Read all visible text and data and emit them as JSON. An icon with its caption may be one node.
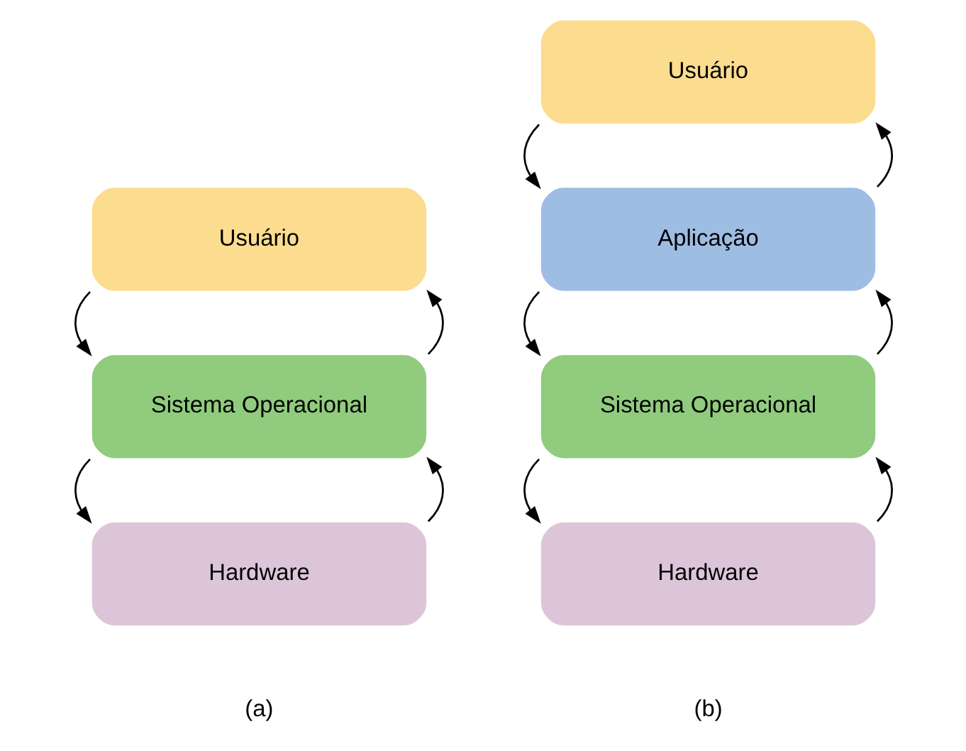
{
  "diagram": {
    "nodes": [
      {
        "text": [
          "Usuário"
        ]
      },
      {
        "text": [
          "Sistema Operacional"
        ]
      },
      {
        "text": [
          "Hardware"
        ]
      },
      {
        "text": [
          "Usuário"
        ]
      },
      {
        "text": [
          "Aplicação"
        ]
      },
      {
        "text": [
          "Sistema Operacional"
        ]
      },
      {
        "text": [
          "Hardware"
        ]
      }
    ],
    "edges": [
      {
        "from": 0,
        "to": 1,
        "arrow": "to"
      },
      {
        "from": 1,
        "to": 0,
        "arrow": "to"
      },
      {
        "from": 1,
        "to": 2,
        "arrow": "to"
      },
      {
        "from": 2,
        "to": 1,
        "arrow": "to"
      },
      {
        "from": 3,
        "to": 4,
        "arrow": "to"
      },
      {
        "from": 4,
        "to": 3,
        "arrow": "to"
      },
      {
        "from": 4,
        "to": 5,
        "arrow": "to"
      },
      {
        "from": 5,
        "to": 4,
        "arrow": "to"
      },
      {
        "from": 5,
        "to": 6,
        "arrow": "to"
      },
      {
        "from": 6,
        "to": 5,
        "arrow": "to"
      }
    ],
    "labels": [
      "(a)",
      "(b)"
    ]
  }
}
